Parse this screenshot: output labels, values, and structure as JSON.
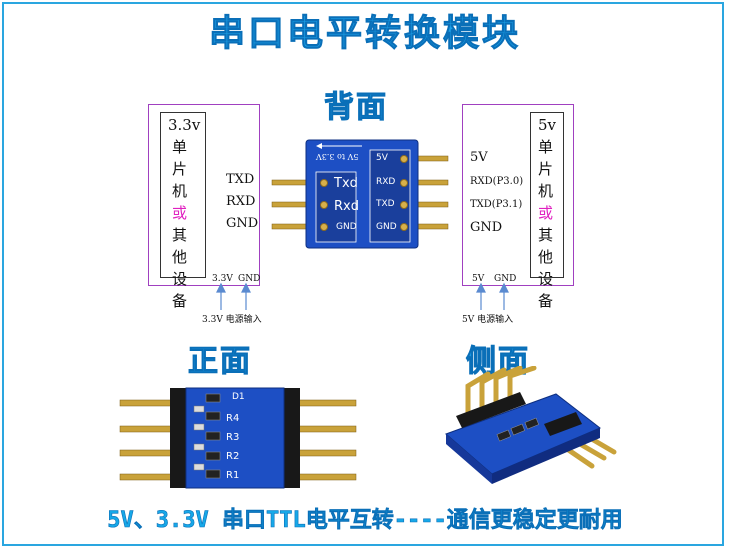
{
  "title": "串口电平转换模块",
  "sections": {
    "back": "背面",
    "front": "正面",
    "side": "侧面"
  },
  "left_box": {
    "voltage": "3.3v",
    "lines": [
      "单",
      "片",
      "机",
      "或",
      "其",
      "他",
      "设",
      "备"
    ],
    "highlight_index": 3,
    "pins": [
      "TXD",
      "RXD",
      "GND"
    ],
    "bottom_pins": [
      "3.3V",
      "GND"
    ],
    "power_note": "3.3V 电源输入"
  },
  "right_box": {
    "voltage": "5v",
    "lines": [
      "单",
      "片",
      "机",
      "或",
      "其",
      "他",
      "设",
      "备"
    ],
    "highlight_index": 3,
    "pins": [
      "5V",
      "RXD(P3.0)",
      "TXD(P3.1)",
      "GND"
    ],
    "bottom_pins": [
      "5V",
      "GND"
    ],
    "power_note": "5V 电源输入"
  },
  "board_back": {
    "arrow_label": "5V to 3.3V",
    "left_labels": [
      "Txd",
      "Rxd",
      "GND"
    ],
    "right_labels": [
      "5V",
      "RXD",
      "TXD",
      "GND"
    ]
  },
  "board_front": {
    "labels": [
      "D1",
      "R4",
      "R3",
      "R2",
      "R1"
    ]
  },
  "footer": "5V、3.3V 串口TTL电平互转----通信更稳定更耐用",
  "colors": {
    "accent": "#1aa0e8",
    "pcb": "#1d4fc4",
    "box": "#a040c0",
    "highlight": "#e020c0"
  }
}
